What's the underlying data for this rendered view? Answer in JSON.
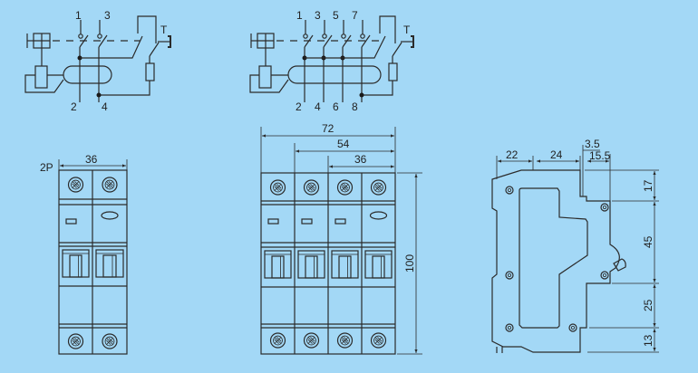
{
  "colors": {
    "background": "#a3d8f6",
    "line": "#2b2b2b"
  },
  "schematic_2p": {
    "top_terminals": [
      "1",
      "3"
    ],
    "bottom_terminals": [
      "2",
      "4"
    ],
    "test_label": "T"
  },
  "schematic_4p": {
    "top_terminals": [
      "1",
      "3",
      "5",
      "7"
    ],
    "bottom_terminals": [
      "2",
      "4",
      "6",
      "8"
    ],
    "test_label": "T"
  },
  "front_2p": {
    "poles_label": "2P",
    "width_dim": "36"
  },
  "front_4p": {
    "width_dims": [
      "72",
      "54",
      "36"
    ],
    "height_dim": "100"
  },
  "side_view": {
    "top_dims": [
      "22",
      "24",
      "3.5",
      "15.5"
    ],
    "right_dims": [
      "17",
      "45",
      "25",
      "13"
    ]
  }
}
